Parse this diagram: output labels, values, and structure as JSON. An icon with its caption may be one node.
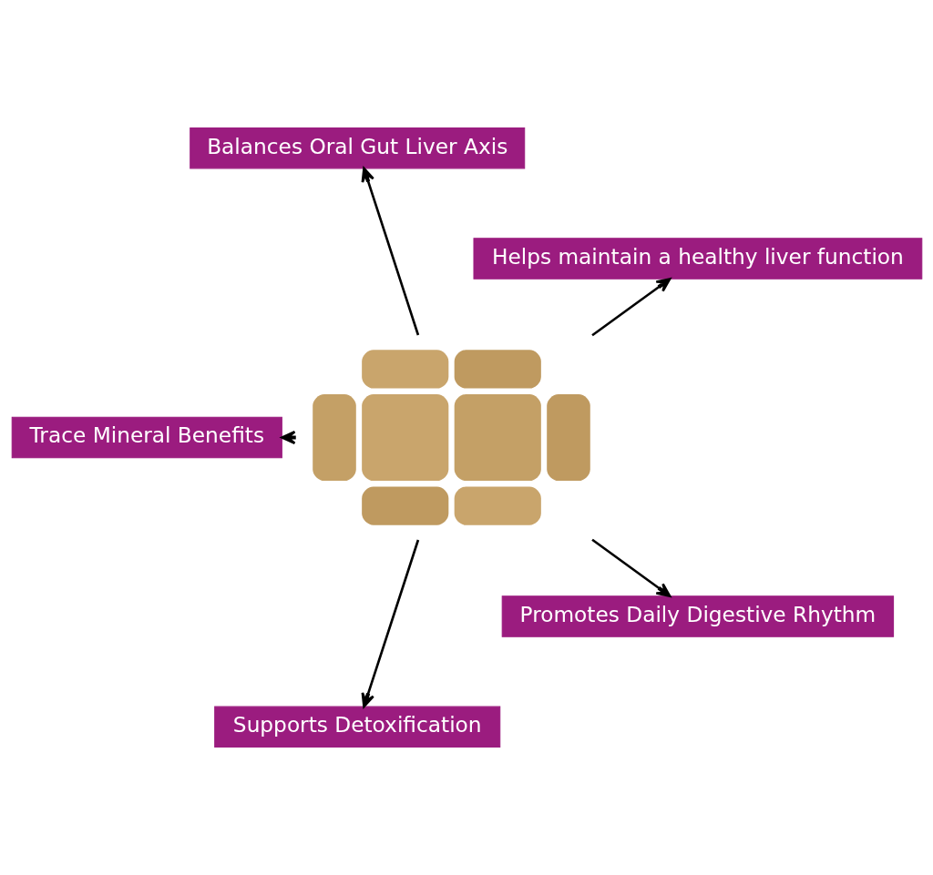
{
  "diagram": {
    "nodes": [
      {
        "text": [
          "Helps maintain a healthy liver function"
        ]
      },
      {
        "text": [
          "Balances Oral Gut Liver Axis"
        ]
      },
      {
        "text": [
          "Trace Mineral Benefits"
        ]
      },
      {
        "text": [],
        "shape": "picture"
      },
      {
        "text": [
          "Supports Detoxification"
        ]
      },
      {
        "text": [
          "Promotes Daily Digestive Rhythm"
        ]
      }
    ],
    "edges": [
      {
        "from": 3,
        "to": 0,
        "arrow": "to"
      },
      {
        "from": 3,
        "to": 1,
        "arrow": "to"
      },
      {
        "from": 3,
        "to": 2,
        "arrow": "to"
      },
      {
        "from": 3,
        "to": 4,
        "arrow": "to"
      },
      {
        "from": 3,
        "to": 5,
        "arrow": "to"
      }
    ]
  }
}
